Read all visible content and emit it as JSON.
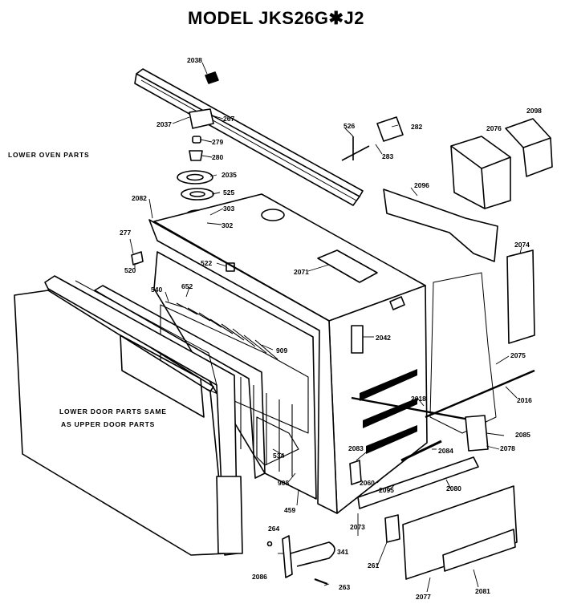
{
  "title": "MODEL JKS26G✱J2",
  "notes": {
    "lower_oven": "LOWER OVEN PARTS",
    "door_line1": "LOWER DOOR PARTS SAME",
    "door_line2": "AS UPPER DOOR PARTS"
  },
  "parts": {
    "p2038": "2038",
    "p2037": "2037",
    "p267": "267",
    "p279": "279",
    "p280": "280",
    "p2035": "2035",
    "p525": "525",
    "p303": "303",
    "p302": "302",
    "p2082": "2082",
    "p277": "277",
    "p520": "520",
    "p522": "522",
    "p540": "540",
    "p652": "652",
    "p2071": "2071",
    "p909": "909",
    "p526": "526",
    "p282": "282",
    "p283": "283",
    "p2076a": "2076",
    "p2098": "2098",
    "p2096": "2096",
    "p2074": "2074",
    "p2042": "2042",
    "p2075": "2075",
    "p2016": "2016",
    "p2018": "2018",
    "p2085": "2085",
    "p2078": "2078",
    "p2083": "2083",
    "p2084": "2084",
    "p534": "534",
    "p908": "908",
    "p459": "459",
    "p2060": "2060",
    "p2095": "2095",
    "p2080": "2080",
    "p2073": "2073",
    "p264": "264",
    "p341": "341",
    "p2086": "2086",
    "p263": "263",
    "p261": "261",
    "p2077": "2077",
    "p2081": "2081"
  }
}
